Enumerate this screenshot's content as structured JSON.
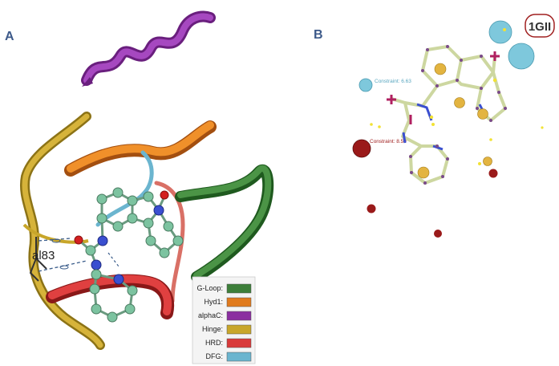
{
  "panels": {
    "a": {
      "letter": "A"
    },
    "b": {
      "letter": "B"
    }
  },
  "residue_label": "al83",
  "legend": {
    "items": [
      {
        "label": "G-Loop:",
        "color": "#3d7f3a"
      },
      {
        "label": "Hyd1:",
        "color": "#e07b1e"
      },
      {
        "label": "alphaC:",
        "color": "#8b2fa0"
      },
      {
        "label": "Hinge:",
        "color": "#c8a62a"
      },
      {
        "label": "HRD:",
        "color": "#d93a3a"
      },
      {
        "label": "DFG:",
        "color": "#6bb5cf"
      }
    ]
  },
  "pharmacophore": {
    "constraint_1": "Constraint: 6.63",
    "constraint_2": "Constraint: 8.59",
    "pdb_id": "1GII",
    "colors": {
      "donor": "#7ec8dc",
      "acceptor": "#9a1a1a",
      "hydrophobic": "#e3b440",
      "stick": "#cdd7a0"
    }
  },
  "colors": {
    "atom_carbon": "#7cc3a0",
    "atom_nitrogen": "#3a4fd0",
    "atom_oxygen": "#d42020",
    "hbond": "#3a5c8a"
  }
}
